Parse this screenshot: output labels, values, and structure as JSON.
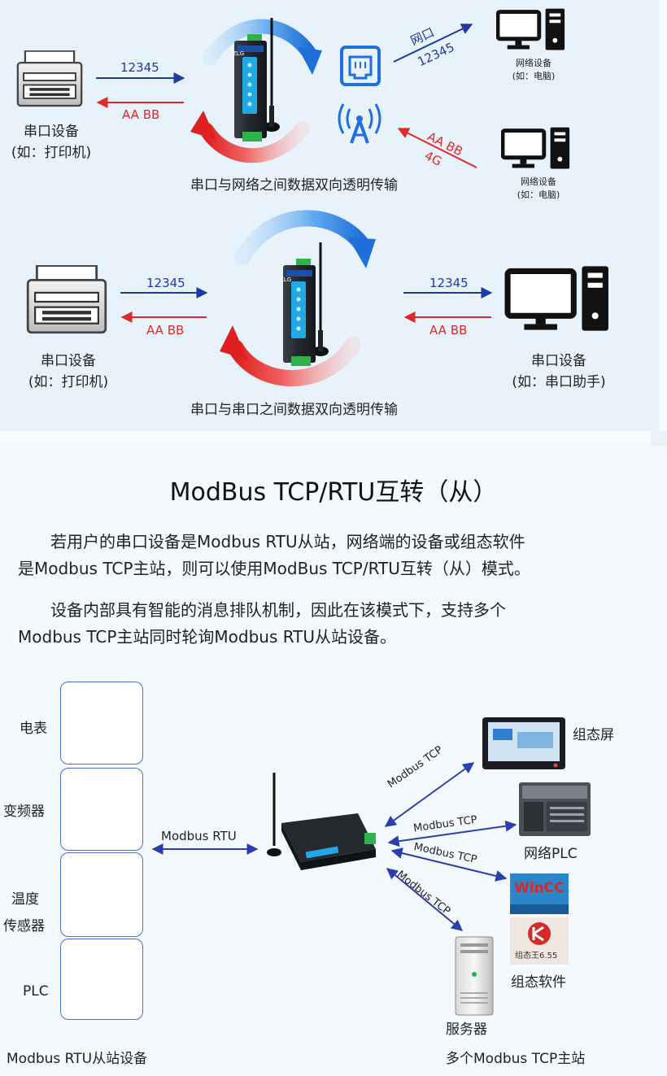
{
  "top": {
    "diagram1": {
      "serial_device_label": "串口设备",
      "serial_device_example": "(如：打印机)",
      "send_value": "12345",
      "recv_value": "AA BB",
      "caption": "串口与网络之间数据双向透明传输",
      "pc1_label": "网络设备",
      "pc1_example": "(如：电脑)",
      "pc2_label": "网络设备",
      "pc2_example": "(如：电脑)",
      "lan_port_label": "网口",
      "lan_value": "12345",
      "wireless_value": "AA BB",
      "wireless_type": "4G"
    },
    "diagram2": {
      "left_label": "串口设备",
      "left_example": "(如：打印机)",
      "right_label": "串口设备",
      "right_example": "(如：串口助手)",
      "left_send_value": "12345",
      "left_recv_value": "AA BB",
      "right_send_value": "12345",
      "right_recv_value": "AA BB",
      "caption": "串口与串口之间数据双向透明传输"
    },
    "device_brand": "ZLG"
  },
  "section": {
    "title": "ModBus TCP/RTU互转（从）",
    "para1_line1": "　　若用户的串口设备是Modbus RTU从站，网络端的设备或组态软件",
    "para1_line2": "是Modbus TCP主站，则可以使用ModBus TCP/RTU互转（从）模式。",
    "para2_line1": "　　设备内部具有智能的消息排队机制，因此在该模式下，支持多个",
    "para2_line2": "Modbus TCP主站同时轮询Modbus RTU从站设备。"
  },
  "modbus": {
    "slaves": [
      "电表",
      "变频器",
      "温度",
      "传感器",
      "PLC"
    ],
    "rtu_link_label": "Modbus  RTU",
    "tcp_link_label": "Modbus TCP",
    "masters": {
      "hmi": "组态屏",
      "plc": "网络PLC",
      "software": "组态软件",
      "server": "服务器"
    },
    "wincc_logo_text": "WinCC",
    "kingview_logo_text": "组态王6.55",
    "slaves_caption": "Modbus  RTU从站设备",
    "masters_caption": "多个Modbus TCP主站"
  },
  "colors": {
    "blue_arrow": "#1f3aa0",
    "red_arrow": "#e02a2a",
    "link_blue": "#2a3fb0",
    "panel_bg": "#e8f2fb",
    "device_border": "#4b6fd0"
  }
}
